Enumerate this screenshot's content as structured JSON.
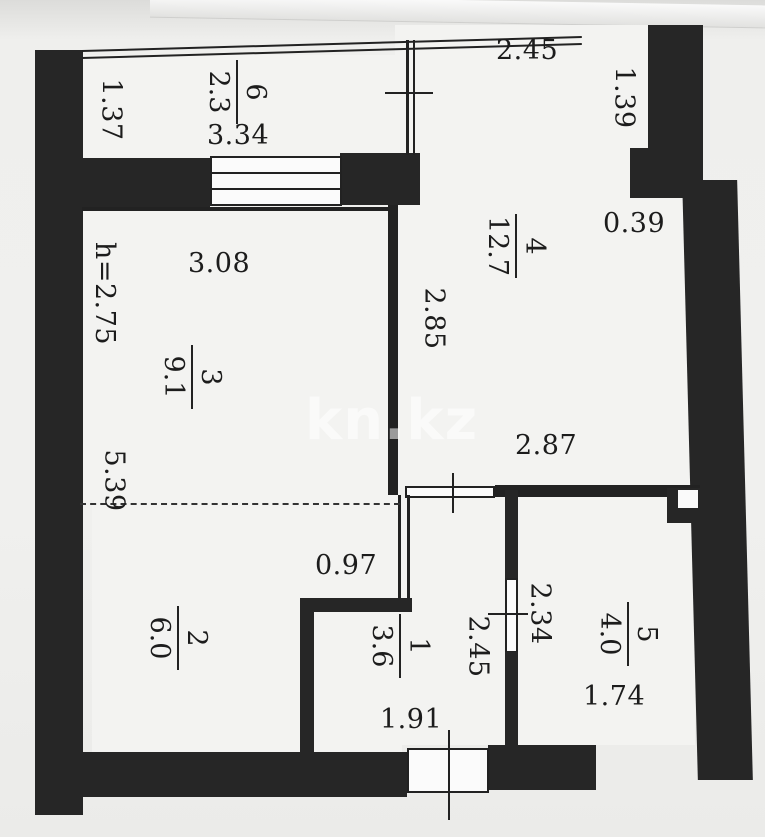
{
  "plan": {
    "ceiling_height": "h=2.75",
    "watermark": "kn.kz",
    "colors": {
      "wall": "#262626",
      "floor": "#f3f3f1",
      "paper": "#ebebe9"
    }
  },
  "rooms": [
    {
      "id": "1",
      "number": "1",
      "area": "3.6",
      "dims": [
        "1.91",
        "2.45"
      ]
    },
    {
      "id": "2",
      "number": "2",
      "area": "6.0",
      "dims": [
        "0.97"
      ]
    },
    {
      "id": "3",
      "number": "3",
      "area": "9.1",
      "dims": [
        "3.08",
        "5.39"
      ]
    },
    {
      "id": "4",
      "number": "4",
      "area": "12.7",
      "dims": [
        "2.45",
        "1.39",
        "0.39",
        "2.85",
        "2.87"
      ]
    },
    {
      "id": "5",
      "number": "5",
      "area": "4.0",
      "dims": [
        "2.34",
        "1.74"
      ]
    },
    {
      "id": "6",
      "number": "6",
      "area": "2.3",
      "dims": [
        "3.34",
        "1.37"
      ]
    }
  ]
}
